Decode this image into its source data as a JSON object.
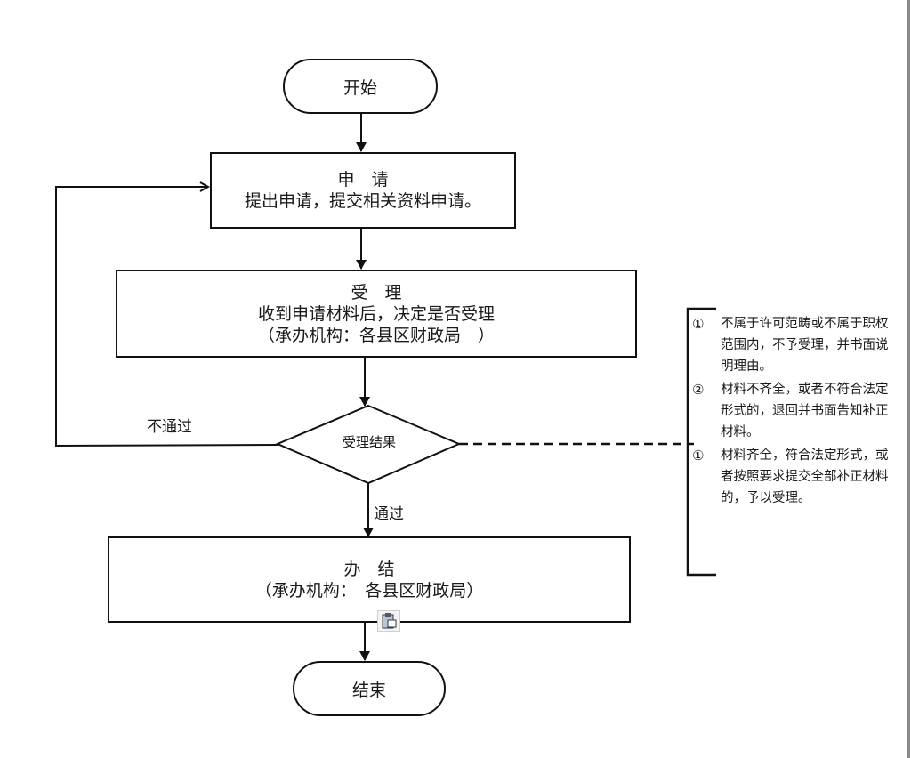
{
  "flowchart": {
    "start": {
      "label": "开始"
    },
    "apply": {
      "title": "申　请",
      "desc": "提出申请，提交相关资料申请。"
    },
    "accept": {
      "title": "受　理",
      "desc": "收到申请材料后，决定是否受理",
      "org": "（承办机构：各县区财政局　）"
    },
    "decision": {
      "label": "受理结果"
    },
    "reject_label": "不通过",
    "pass_label": "通过",
    "complete": {
      "title": "办　结",
      "org": "（承办机构：　各县区财政局）"
    },
    "end": {
      "label": "结束"
    },
    "notes": [
      {
        "num": "①",
        "text": "不属于许可范畴或不属于职权范围内，不予受理，并书面说明理由。"
      },
      {
        "num": "②",
        "text": "材料不齐全，或者不符合法定形式的，退回并书面告知补正材料。"
      },
      {
        "num": "①",
        "text": "材料齐全，符合法定形式，或者按照要求提交全部补正材料的，予以受理。"
      }
    ],
    "paste_icon": "clipboard-paste-icon"
  }
}
